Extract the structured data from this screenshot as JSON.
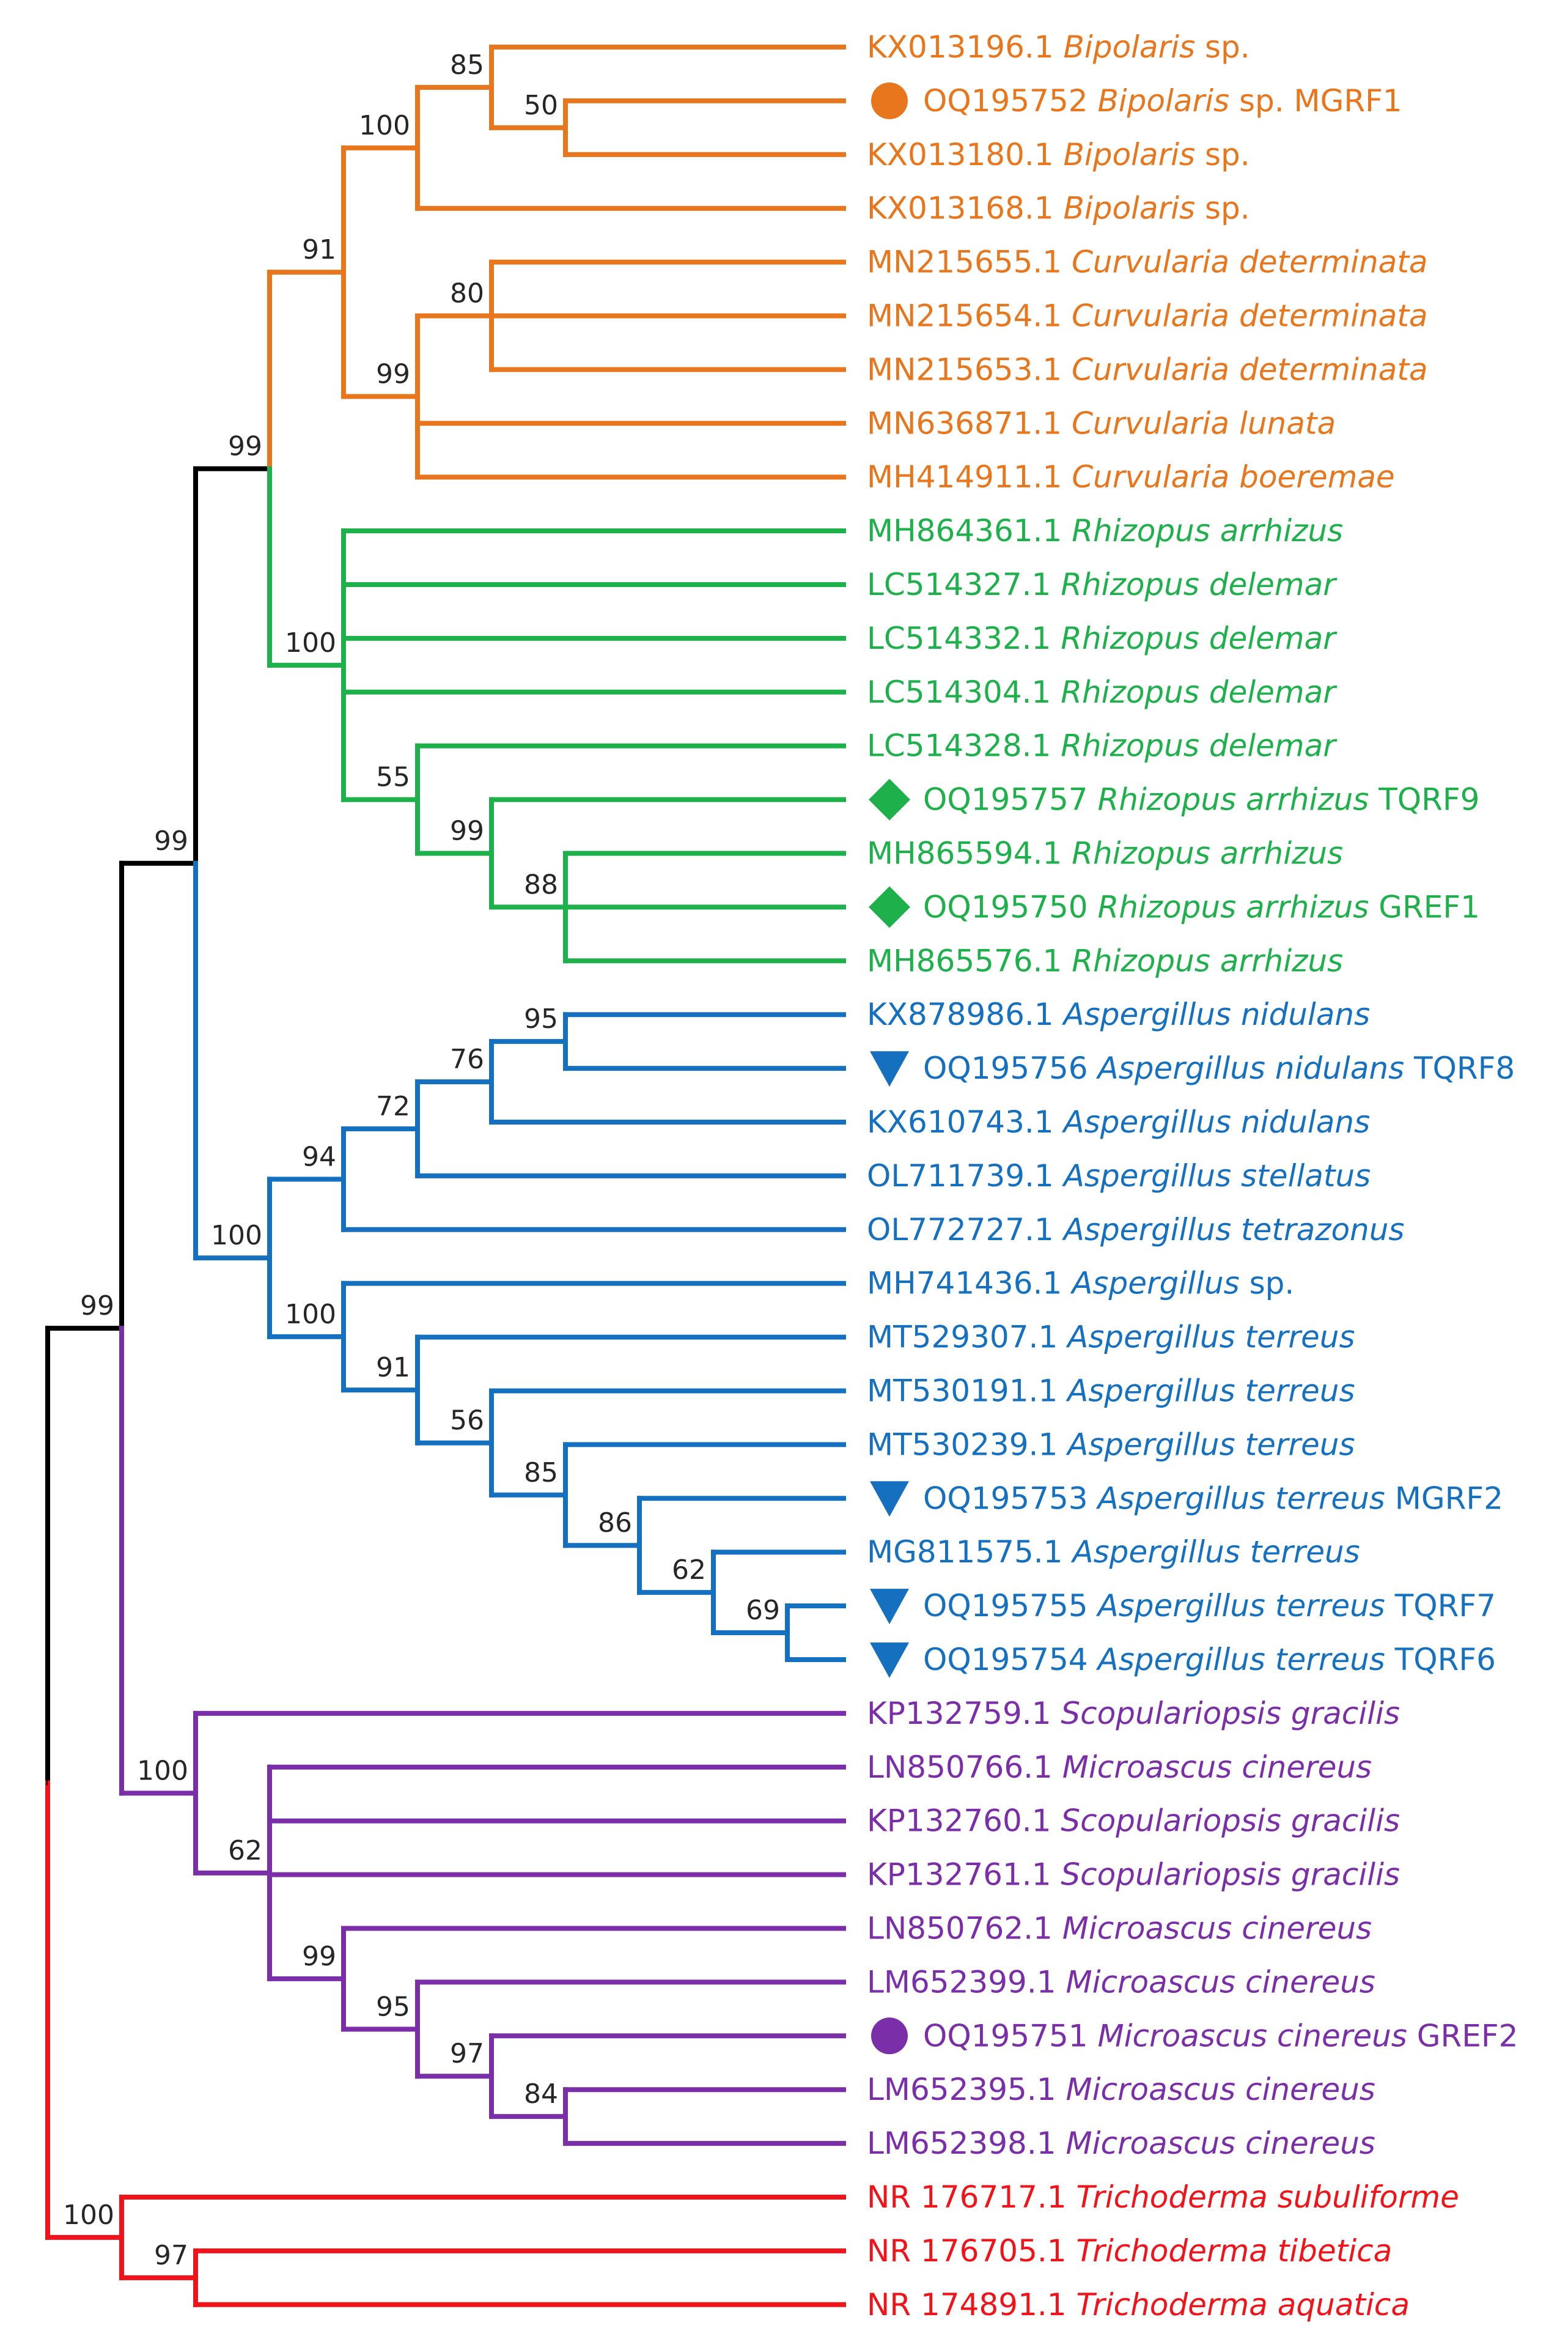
{
  "colors": {
    "black": "#000000",
    "orange": "#E8761C",
    "green": "#1DB04B",
    "blue": "#1570C0",
    "purple": "#7A2EA8",
    "red": "#F0141A"
  },
  "taxa": [
    {
      "acc": "KX013196.1",
      "sp": "Bipolaris",
      "tail": " sp.",
      "color": "orange"
    },
    {
      "acc": "OQ195752",
      "sp": "Bipolaris",
      "tail": " sp. MGRF1",
      "color": "orange",
      "marker": "circle"
    },
    {
      "acc": "KX013180.1",
      "sp": "Bipolaris",
      "tail": " sp.",
      "color": "orange"
    },
    {
      "acc": "KX013168.1",
      "sp": "Bipolaris",
      "tail": " sp.",
      "color": "orange"
    },
    {
      "acc": "MN215655.1",
      "sp": "Curvularia determinata",
      "tail": "",
      "color": "orange"
    },
    {
      "acc": "MN215654.1",
      "sp": "Curvularia determinata",
      "tail": "",
      "color": "orange"
    },
    {
      "acc": "MN215653.1",
      "sp": "Curvularia determinata",
      "tail": "",
      "color": "orange"
    },
    {
      "acc": "MN636871.1",
      "sp": "Curvularia lunata",
      "tail": "",
      "color": "orange"
    },
    {
      "acc": "MH414911.1",
      "sp": "Curvularia boeremae",
      "tail": "",
      "color": "orange"
    },
    {
      "acc": "MH864361.1",
      "sp": "Rhizopus arrhizus",
      "tail": "",
      "color": "green"
    },
    {
      "acc": "LC514327.1",
      "sp": "Rhizopus delemar",
      "tail": "",
      "color": "green"
    },
    {
      "acc": "LC514332.1",
      "sp": "Rhizopus delemar",
      "tail": "",
      "color": "green"
    },
    {
      "acc": "LC514304.1",
      "sp": "Rhizopus delemar",
      "tail": "",
      "color": "green"
    },
    {
      "acc": "LC514328.1",
      "sp": "Rhizopus delemar",
      "tail": "",
      "color": "green"
    },
    {
      "acc": "OQ195757",
      "sp": "Rhizopus arrhizus",
      "tail": " TQRF9",
      "color": "green",
      "marker": "diamond"
    },
    {
      "acc": "MH865594.1",
      "sp": "Rhizopus arrhizus",
      "tail": "",
      "color": "green"
    },
    {
      "acc": "OQ195750",
      "sp": "Rhizopus arrhizus",
      "tail": " GREF1",
      "color": "green",
      "marker": "diamond"
    },
    {
      "acc": "MH865576.1",
      "sp": "Rhizopus arrhizus",
      "tail": "",
      "color": "green"
    },
    {
      "acc": "KX878986.1",
      "sp": "Aspergillus nidulans",
      "tail": "",
      "color": "blue"
    },
    {
      "acc": "OQ195756",
      "sp": "Aspergillus nidulans",
      "tail": " TQRF8",
      "color": "blue",
      "marker": "triangle"
    },
    {
      "acc": "KX610743.1",
      "sp": "Aspergillus nidulans",
      "tail": "",
      "color": "blue"
    },
    {
      "acc": "OL711739.1",
      "sp": "Aspergillus stellatus",
      "tail": "",
      "color": "blue"
    },
    {
      "acc": "OL772727.1",
      "sp": "Aspergillus tetrazonus",
      "tail": "",
      "color": "blue"
    },
    {
      "acc": "MH741436.1",
      "sp": "Aspergillus",
      "tail": " sp.",
      "color": "blue"
    },
    {
      "acc": "MT529307.1",
      "sp": "Aspergillus terreus",
      "tail": "",
      "color": "blue"
    },
    {
      "acc": "MT530191.1",
      "sp": "Aspergillus terreus",
      "tail": "",
      "color": "blue"
    },
    {
      "acc": "MT530239.1",
      "sp": "Aspergillus terreus",
      "tail": "",
      "color": "blue"
    },
    {
      "acc": "OQ195753",
      "sp": "Aspergillus terreus",
      "tail": " MGRF2",
      "color": "blue",
      "marker": "triangle"
    },
    {
      "acc": "MG811575.1",
      "sp": "Aspergillus terreus",
      "tail": "",
      "color": "blue"
    },
    {
      "acc": "OQ195755",
      "sp": "Aspergillus terreus",
      "tail": " TQRF7",
      "color": "blue",
      "marker": "triangle"
    },
    {
      "acc": "OQ195754",
      "sp": "Aspergillus terreus",
      "tail": " TQRF6",
      "color": "blue",
      "marker": "triangle"
    },
    {
      "acc": "KP132759.1",
      "sp": "Scopulariopsis gracilis",
      "tail": "",
      "color": "purple"
    },
    {
      "acc": "LN850766.1",
      "sp": "Microascus cinereus",
      "tail": "",
      "color": "purple"
    },
    {
      "acc": "KP132760.1",
      "sp": "Scopulariopsis gracilis",
      "tail": "",
      "color": "purple"
    },
    {
      "acc": "KP132761.1",
      "sp": "Scopulariopsis gracilis",
      "tail": "",
      "color": "purple"
    },
    {
      "acc": "LN850762.1",
      "sp": "Microascus cinereus",
      "tail": "",
      "color": "purple"
    },
    {
      "acc": "LM652399.1",
      "sp": "Microascus cinereus",
      "tail": "",
      "color": "purple"
    },
    {
      "acc": "OQ195751",
      "sp": "Microascus cinereus",
      "tail": " GREF2",
      "color": "purple",
      "marker": "circle"
    },
    {
      "acc": "LM652395.1",
      "sp": "Microascus cinereus",
      "tail": "",
      "color": "purple"
    },
    {
      "acc": "LM652398.1",
      "sp": "Microascus cinereus",
      "tail": "",
      "color": "purple"
    },
    {
      "acc": "NR 176717.1",
      "sp": "Trichoderma subuliforme",
      "tail": "",
      "color": "red"
    },
    {
      "acc": "NR 176705.1",
      "sp": "Trichoderma tibetica",
      "tail": "",
      "color": "red"
    },
    {
      "acc": "NR 174891.1",
      "sp": "Trichoderma aquatica",
      "tail": "",
      "color": "red"
    }
  ],
  "tree": {
    "color": "black",
    "children": [
      {
        "support": "99",
        "color": "black",
        "children": [
          {
            "support": "99",
            "color": "black",
            "children": [
              {
                "support": "99",
                "color": "black",
                "children": [
                  {
                    "support": "91",
                    "color": "orange",
                    "children": [
                      {
                        "support": "100",
                        "color": "orange",
                        "children": [
                          {
                            "support": "85",
                            "color": "orange",
                            "children": [
                              {
                                "leaf": 0,
                                "color": "orange"
                              },
                              {
                                "support": "50",
                                "color": "orange",
                                "children": [
                                  {
                                    "leaf": 1,
                                    "color": "orange"
                                  },
                                  {
                                    "leaf": 2,
                                    "color": "orange"
                                  }
                                ]
                              }
                            ]
                          },
                          {
                            "leaf": 3,
                            "color": "orange"
                          }
                        ]
                      },
                      {
                        "support": "99",
                        "color": "orange",
                        "children": [
                          {
                            "support": "80",
                            "color": "orange",
                            "children": [
                              {
                                "leaf": 4,
                                "color": "orange"
                              },
                              {
                                "leaf": 5,
                                "color": "orange"
                              },
                              {
                                "leaf": 6,
                                "color": "orange"
                              }
                            ]
                          },
                          {
                            "leaf": 7,
                            "color": "orange"
                          },
                          {
                            "leaf": 8,
                            "color": "orange"
                          }
                        ]
                      }
                    ]
                  },
                  {
                    "support": "100",
                    "color": "green",
                    "children": [
                      {
                        "leaf": 9,
                        "color": "green"
                      },
                      {
                        "leaf": 10,
                        "color": "green"
                      },
                      {
                        "leaf": 11,
                        "color": "green"
                      },
                      {
                        "leaf": 12,
                        "color": "green"
                      },
                      {
                        "support": "55",
                        "color": "green",
                        "children": [
                          {
                            "leaf": 13,
                            "color": "green"
                          },
                          {
                            "support": "99",
                            "color": "green",
                            "children": [
                              {
                                "leaf": 14,
                                "color": "green"
                              },
                              {
                                "support": "88",
                                "color": "green",
                                "children": [
                                  {
                                    "leaf": 15,
                                    "color": "green"
                                  },
                                  {
                                    "leaf": 16,
                                    "color": "green"
                                  },
                                  {
                                    "leaf": 17,
                                    "color": "green"
                                  }
                                ]
                              }
                            ]
                          }
                        ]
                      }
                    ]
                  }
                ]
              },
              {
                "support": "100",
                "color": "blue",
                "children": [
                  {
                    "support": "94",
                    "color": "blue",
                    "children": [
                      {
                        "support": "72",
                        "color": "blue",
                        "children": [
                          {
                            "support": "76",
                            "color": "blue",
                            "children": [
                              {
                                "support": "95",
                                "color": "blue",
                                "children": [
                                  {
                                    "leaf": 18,
                                    "color": "blue"
                                  },
                                  {
                                    "leaf": 19,
                                    "color": "blue"
                                  }
                                ]
                              },
                              {
                                "leaf": 20,
                                "color": "blue"
                              }
                            ]
                          },
                          {
                            "leaf": 21,
                            "color": "blue"
                          }
                        ]
                      },
                      {
                        "leaf": 22,
                        "color": "blue"
                      }
                    ]
                  },
                  {
                    "support": "100",
                    "color": "blue",
                    "children": [
                      {
                        "leaf": 23,
                        "color": "blue"
                      },
                      {
                        "support": "91",
                        "color": "blue",
                        "children": [
                          {
                            "leaf": 24,
                            "color": "blue"
                          },
                          {
                            "support": "56",
                            "color": "blue",
                            "children": [
                              {
                                "leaf": 25,
                                "color": "blue"
                              },
                              {
                                "support": "85",
                                "color": "blue",
                                "children": [
                                  {
                                    "leaf": 26,
                                    "color": "blue"
                                  },
                                  {
                                    "support": "86",
                                    "color": "blue",
                                    "children": [
                                      {
                                        "leaf": 27,
                                        "color": "blue"
                                      },
                                      {
                                        "support": "62",
                                        "color": "blue",
                                        "children": [
                                          {
                                            "leaf": 28,
                                            "color": "blue"
                                          },
                                          {
                                            "support": "69",
                                            "color": "blue",
                                            "children": [
                                              {
                                                "leaf": 29,
                                                "color": "blue"
                                              },
                                              {
                                                "leaf": 30,
                                                "color": "blue"
                                              }
                                            ]
                                          }
                                        ]
                                      }
                                    ]
                                  }
                                ]
                              }
                            ]
                          }
                        ]
                      }
                    ]
                  }
                ]
              }
            ]
          },
          {
            "support": "100",
            "color": "purple",
            "children": [
              {
                "leaf": 31,
                "color": "purple"
              },
              {
                "support": "62",
                "color": "purple",
                "children": [
                  {
                    "leaf": 32,
                    "color": "purple"
                  },
                  {
                    "leaf": 33,
                    "color": "purple"
                  },
                  {
                    "leaf": 34,
                    "color": "purple"
                  },
                  {
                    "support": "99",
                    "color": "purple",
                    "children": [
                      {
                        "leaf": 35,
                        "color": "purple"
                      },
                      {
                        "support": "95",
                        "color": "purple",
                        "children": [
                          {
                            "leaf": 36,
                            "color": "purple"
                          },
                          {
                            "support": "97",
                            "color": "purple",
                            "children": [
                              {
                                "leaf": 37,
                                "color": "purple"
                              },
                              {
                                "support": "84",
                                "color": "purple",
                                "children": [
                                  {
                                    "leaf": 38,
                                    "color": "purple"
                                  },
                                  {
                                    "leaf": 39,
                                    "color": "purple"
                                  }
                                ]
                              }
                            ]
                          }
                        ]
                      }
                    ]
                  }
                ]
              }
            ]
          }
        ]
      },
      {
        "support": "100",
        "color": "red",
        "children": [
          {
            "leaf": 40,
            "color": "red"
          },
          {
            "support": "97",
            "color": "red",
            "children": [
              {
                "leaf": 41,
                "color": "red"
              },
              {
                "leaf": 42,
                "color": "red"
              }
            ]
          }
        ]
      }
    ]
  }
}
